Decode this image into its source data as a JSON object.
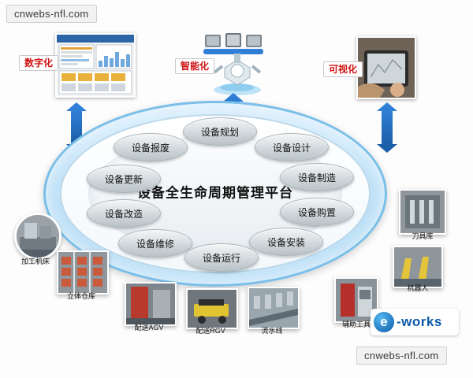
{
  "watermarks": {
    "top": "cnwebs-nfl.com",
    "bottom": "cnwebs-nfl.com"
  },
  "callouts": [
    {
      "label": "数字化",
      "photo_alt": "digitalization-dashboard-screen"
    },
    {
      "label": "智能化",
      "photo_alt": "intelligent-robot-arm"
    },
    {
      "label": "可视化",
      "photo_alt": "visualization-tablet"
    }
  ],
  "platform": {
    "title": "设备全生命周期管理平台",
    "nodes": [
      {
        "label": "设备规划"
      },
      {
        "label": "设备报废"
      },
      {
        "label": "设备设计"
      },
      {
        "label": "设备更新"
      },
      {
        "label": "设备制造"
      },
      {
        "label": "设备改造"
      },
      {
        "label": "设备购置"
      },
      {
        "label": "设备维修"
      },
      {
        "label": "设备安装"
      },
      {
        "label": "设备运行"
      }
    ]
  },
  "assets": [
    {
      "label": "加工机床",
      "alt": "machine-tool-photo"
    },
    {
      "label": "立体仓库",
      "alt": "stereo-warehouse-photo"
    },
    {
      "label": "配送AGV",
      "alt": "agv-photo"
    },
    {
      "label": "配送RGV",
      "alt": "rgv-photo"
    },
    {
      "label": "流水线",
      "alt": "assembly-line-photo"
    },
    {
      "label": "辅助工具",
      "alt": "auxiliary-tools-photo"
    },
    {
      "label": "机器人",
      "alt": "industrial-robot-photo"
    },
    {
      "label": "刀具库",
      "alt": "tool-magazine-photo"
    }
  ],
  "logo": {
    "mark": "e",
    "text": "-works"
  },
  "colors": {
    "accent_red": "#d01515",
    "arrow_blue": "#2f7fd6",
    "ring_blue": "#7bbfe9",
    "logo_blue": "#0a59a8"
  }
}
